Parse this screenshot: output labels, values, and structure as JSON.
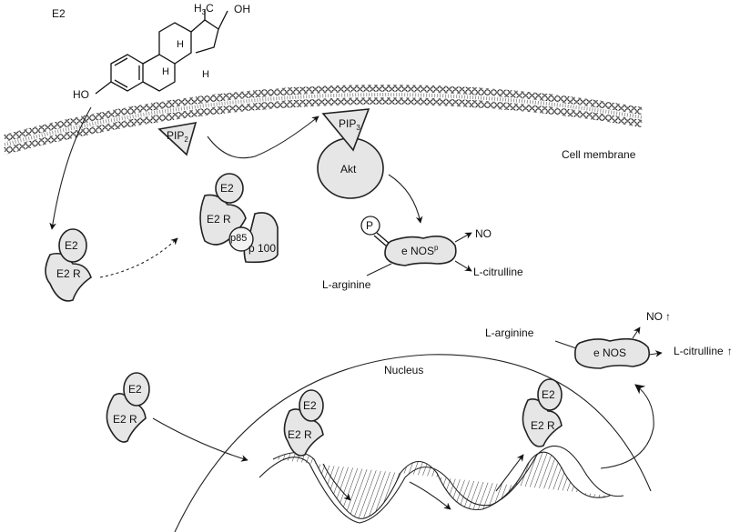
{
  "figure": {
    "molecule": {
      "name": "E2",
      "substituents": {
        "methyl": "H3C",
        "methyl_base": "H",
        "methyl_sub": "3",
        "methyl_tail": "C",
        "hydroxyl_top": "OH",
        "hydroxyl_left": "HO",
        "h_labels": [
          "H",
          "H",
          "H"
        ]
      }
    },
    "membrane": {
      "label": "Cell membrane"
    },
    "pip2": {
      "base": "PIP",
      "sub": "2"
    },
    "pip3": {
      "base": "PIP",
      "sub": "3"
    },
    "akt": {
      "label": "Akt"
    },
    "complex_left": {
      "ligand": "E2",
      "receptor": "E2 R"
    },
    "complex_pi3k": {
      "ligand": "E2",
      "receptor": "E2 R",
      "subunit_a": "p85",
      "subunit_b": "p 100"
    },
    "enos_p": {
      "phosphate": "P",
      "base": "e NOS",
      "sup": "p",
      "substrate": "L-arginine",
      "product_1": "NO",
      "product_2": "L-citrulline"
    },
    "nucleus": {
      "label": "Nucleus",
      "outer_complex": {
        "ligand": "E2",
        "receptor": "E2 R"
      },
      "dna_complex_1": {
        "ligand": "E2",
        "receptor": "E2 R"
      },
      "dna_complex_2": {
        "ligand": "E2",
        "receptor": "E2 R"
      }
    },
    "enos_bottom": {
      "label": "e NOS",
      "substrate": "L-arginine",
      "product_1": "NO",
      "product_2": "L-citrulline",
      "increase_glyph": "↑"
    }
  }
}
